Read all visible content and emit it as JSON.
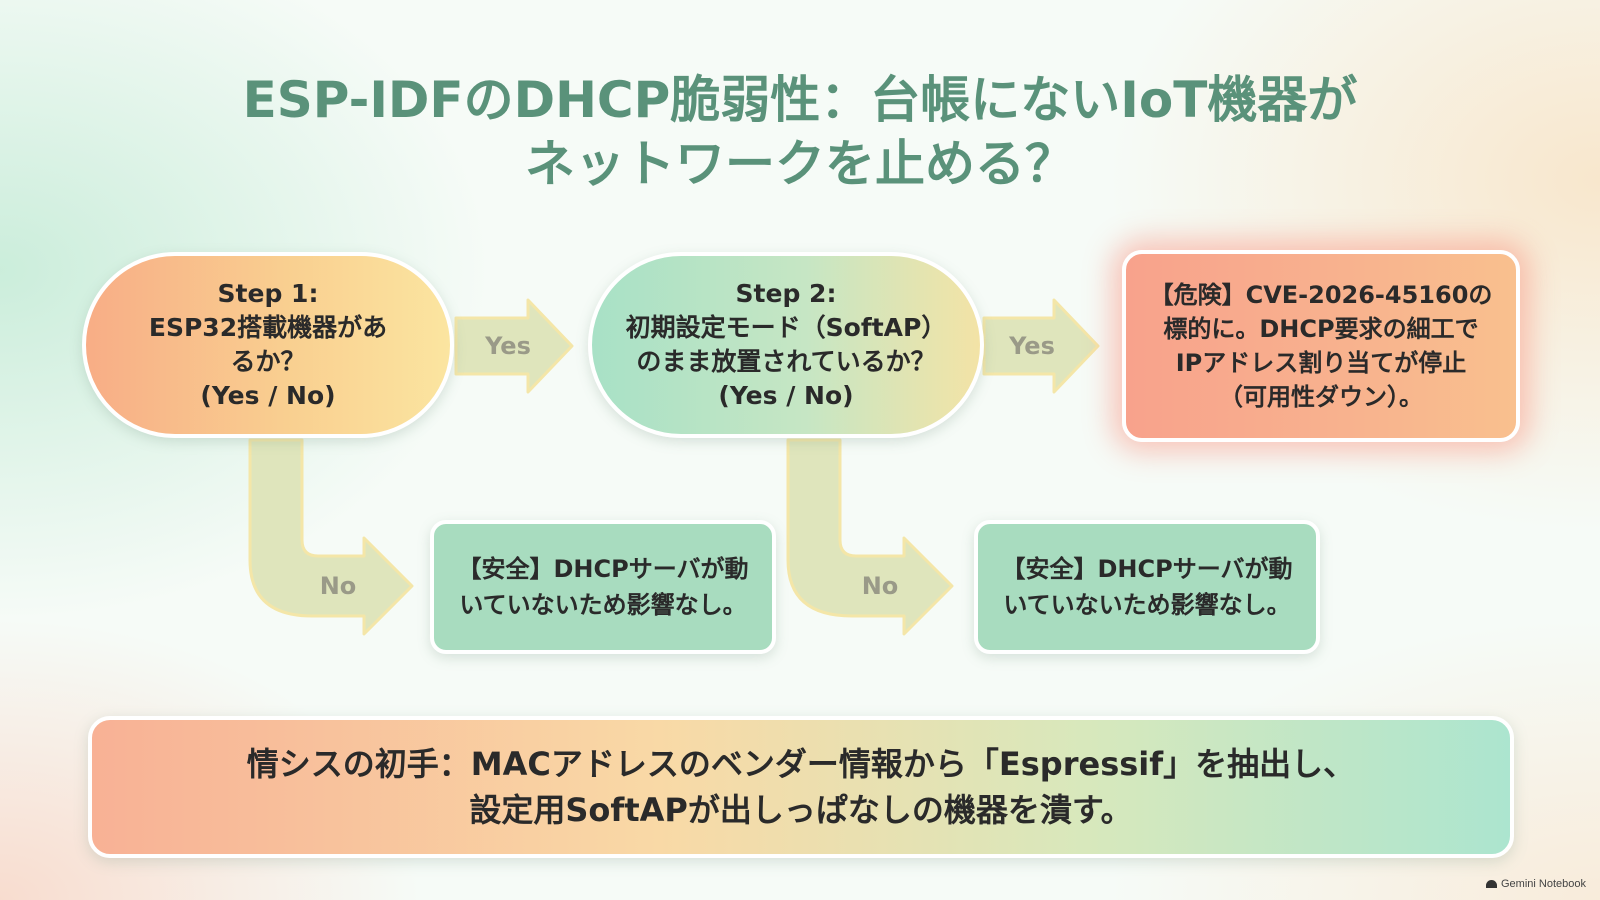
{
  "title": {
    "line1": "ESP-IDFのDHCP脆弱性：台帳にないIoT機器が",
    "line2": "ネットワークを止める？"
  },
  "step1": {
    "line1": "Step 1:",
    "line2": "ESP32搭載機器があ",
    "line3": "るか？",
    "line4": "(Yes / No)"
  },
  "step2": {
    "line1": "Step 2:",
    "line2": "初期設定モード（SoftAP）",
    "line3": "のまま放置されているか？",
    "line4": "(Yes / No)"
  },
  "danger": {
    "line1": "【危険】CVE-2026-45160の",
    "line2": "標的に。DHCP要求の細工で",
    "line3": "IPアドレス割り当てが停止",
    "line4": "（可用性ダウン）。"
  },
  "safe1": {
    "line1": "【安全】DHCPサーバが動",
    "line2": "いていないため影響なし。"
  },
  "safe2": {
    "line1": "【安全】DHCPサーバが動",
    "line2": "いていないため影響なし。"
  },
  "arrows": {
    "yes1": "Yes",
    "yes2": "Yes",
    "no1": "No",
    "no2": "No"
  },
  "bottom": {
    "line1": "情シスの初手：MACアドレスのベンダー情報から「Espressif」を抽出し、",
    "line2": "設定用SoftAPが出しっぱなしの機器を潰す。"
  },
  "watermark": "Gemini Notebook",
  "colors": {
    "title": "#5a927a",
    "arrow_fill": "#dfe5bc",
    "safe_fill": "#a8dcbf",
    "danger_fill": "#f8a28c"
  }
}
